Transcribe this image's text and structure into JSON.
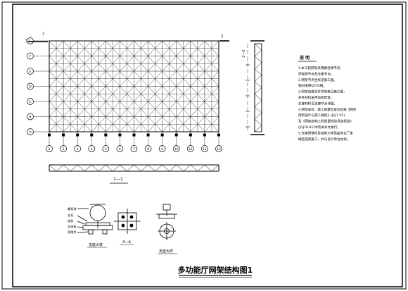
{
  "drawing": {
    "title": "多功能厅网架结构图1",
    "section_label": "1—1",
    "elevation_label": "2—2",
    "detail_a_label": "A—A",
    "support_caption_left": "支座大样",
    "support_caption_right": "支座大样",
    "section_mark_left": "1",
    "section_mark_right": "1",
    "corner_mark": "2"
  },
  "plan": {
    "cols": 12,
    "rows": 6,
    "col_labels": [
      "1",
      "2",
      "3",
      "4",
      "5",
      "6",
      "7",
      "8",
      "9",
      "10",
      "11",
      "12",
      "13"
    ],
    "row_labels": [
      "A",
      "B",
      "C",
      "D",
      "E",
      "F",
      "G"
    ]
  },
  "notes": {
    "heading": "说 明",
    "lines": [
      "1.本工程网架采用螺栓球节点，",
      "  焊接球节点及支座节点。",
      "2.网架节点坐标见施工图。",
      "  钢材采用Q235钢。",
      "3.网架高度及杆件规格见施工图，",
      "  杆件材料采用高频焊管，",
      "  支座材料见支座节点详图。",
      "4.网架安装、施工质量检查均应按【网架",
      "  结构设计与施工规程】(JGJ7-91)",
      "  及《网架结构工程质量检验评定标准》",
      "  (JGJ78-91)中有关条文执行。",
      "5.支座预埋件及结构大样另由专业厂家",
      "  确定后再施工，并与设计单位协商。"
    ]
  },
  "support_left": {
    "labels": [
      "螺栓球",
      "支托",
      "锚栓",
      "支座板",
      "预埋件"
    ]
  },
  "colors": {
    "ink": "#000000",
    "paper": "#ffffff"
  }
}
